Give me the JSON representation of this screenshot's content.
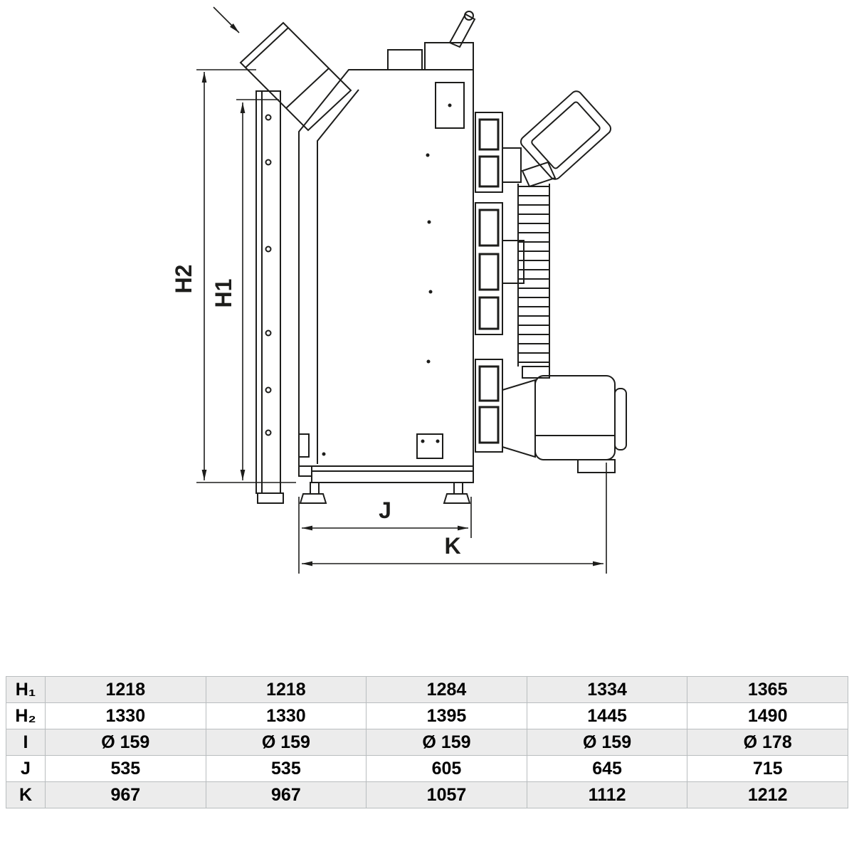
{
  "diagram": {
    "labels": {
      "h1": "H1",
      "h2": "H2",
      "j": "J",
      "k": "K"
    },
    "line_color": "#1d1d1b"
  },
  "table": {
    "rows": [
      {
        "label": "H₁",
        "values": [
          "1218",
          "1218",
          "1284",
          "1334",
          "1365"
        ]
      },
      {
        "label": "H₂",
        "values": [
          "1330",
          "1330",
          "1395",
          "1445",
          "1490"
        ]
      },
      {
        "label": "I",
        "values": [
          "Ø 159",
          "Ø 159",
          "Ø 159",
          "Ø 159",
          "Ø 178"
        ]
      },
      {
        "label": "J",
        "values": [
          "535",
          "535",
          "605",
          "645",
          "715"
        ]
      },
      {
        "label": "K",
        "values": [
          "967",
          "967",
          "1057",
          "1112",
          "1212"
        ]
      }
    ]
  }
}
